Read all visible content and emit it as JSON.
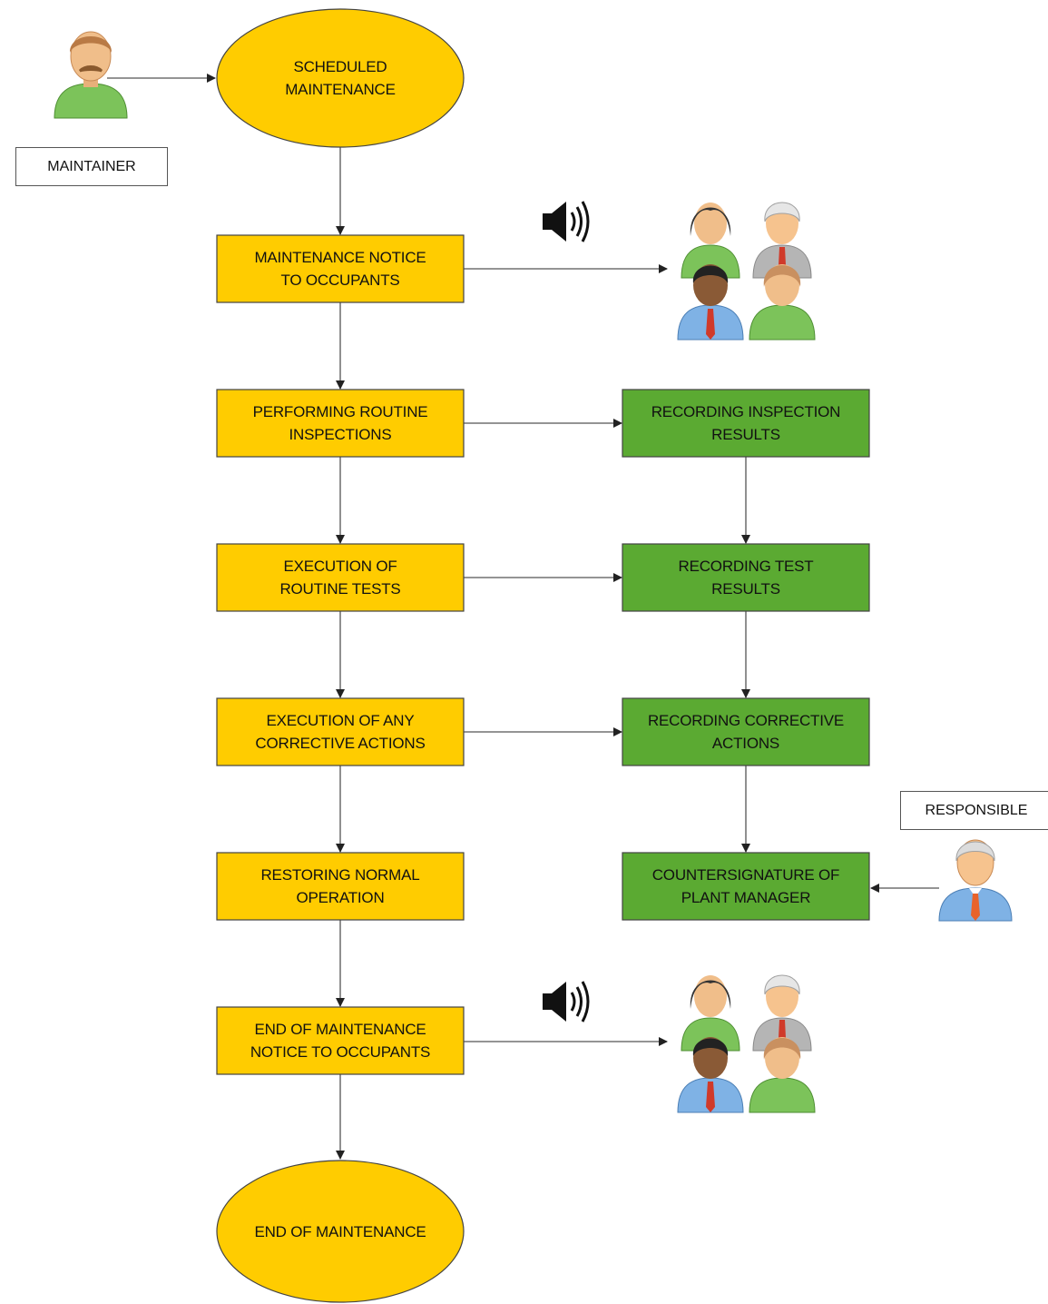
{
  "colors": {
    "yellow": "#FFCC00",
    "green": "#5BAA32",
    "arrow": "#555555",
    "outline": "#444444"
  },
  "roles": {
    "maintainer": "MAINTAINER",
    "responsible": "RESPONSIBLE"
  },
  "nodes": {
    "start": [
      "SCHEDULED",
      "MAINTENANCE"
    ],
    "notice": [
      "MAINTENANCE NOTICE",
      "TO OCCUPANTS"
    ],
    "inspect": [
      "PERFORMING ROUTINE",
      "INSPECTIONS"
    ],
    "tests": [
      "EXECUTION OF",
      "ROUTINE TESTS"
    ],
    "corrective": [
      "EXECUTION OF ANY",
      "CORRECTIVE ACTIONS"
    ],
    "restore": [
      "RESTORING NORMAL",
      "OPERATION"
    ],
    "end_notice": [
      "END OF MAINTENANCE",
      "NOTICE TO OCCUPANTS"
    ],
    "end": [
      "END OF MAINTENANCE"
    ],
    "rec_inspect": [
      "RECORDING INSPECTION",
      "RESULTS"
    ],
    "rec_test": [
      "RECORDING TEST",
      "RESULTS"
    ],
    "rec_corrective": [
      "RECORDING CORRECTIVE",
      "ACTIONS"
    ],
    "countersign": [
      "COUNTERSIGNATURE OF",
      "PLANT MANAGER"
    ]
  },
  "icons": {
    "maintainer_avatar": "person-mustache-icon",
    "responsible_avatar": "person-manager-icon",
    "speaker": "speaker-icon",
    "occupants": "occupants-group-icon"
  }
}
